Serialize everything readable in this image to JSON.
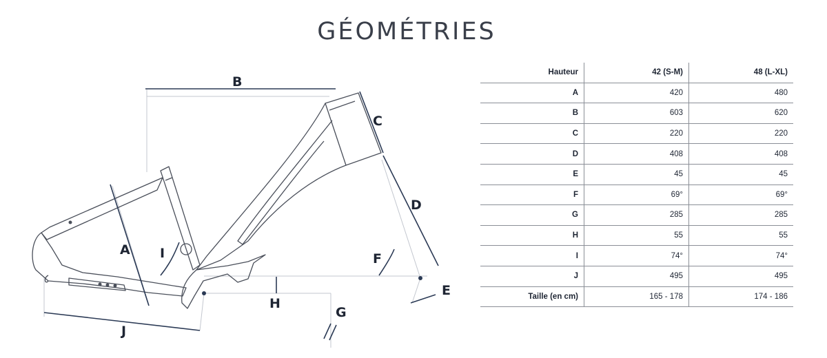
{
  "title": "GÉOMÉTRIES",
  "diagram": {
    "labels": [
      "A",
      "B",
      "C",
      "D",
      "E",
      "F",
      "G",
      "H",
      "I",
      "J"
    ]
  },
  "table": {
    "header": {
      "label": "Hauteur",
      "sizes": [
        "42 (S-M)",
        "48 (L-XL)"
      ]
    },
    "rows": [
      {
        "label": "A",
        "values": [
          "420",
          "480"
        ]
      },
      {
        "label": "B",
        "values": [
          "603",
          "620"
        ]
      },
      {
        "label": "C",
        "values": [
          "220",
          "220"
        ]
      },
      {
        "label": "D",
        "values": [
          "408",
          "408"
        ]
      },
      {
        "label": "E",
        "values": [
          "45",
          "45"
        ]
      },
      {
        "label": "F",
        "values": [
          "69°",
          "69°"
        ]
      },
      {
        "label": "G",
        "values": [
          "285",
          "285"
        ]
      },
      {
        "label": "H",
        "values": [
          "55",
          "55"
        ]
      },
      {
        "label": "I",
        "values": [
          "74°",
          "74°"
        ]
      },
      {
        "label": "J",
        "values": [
          "495",
          "495"
        ]
      },
      {
        "label": "Taille (en cm)",
        "values": [
          "165 - 178",
          "174 - 186"
        ]
      }
    ]
  }
}
